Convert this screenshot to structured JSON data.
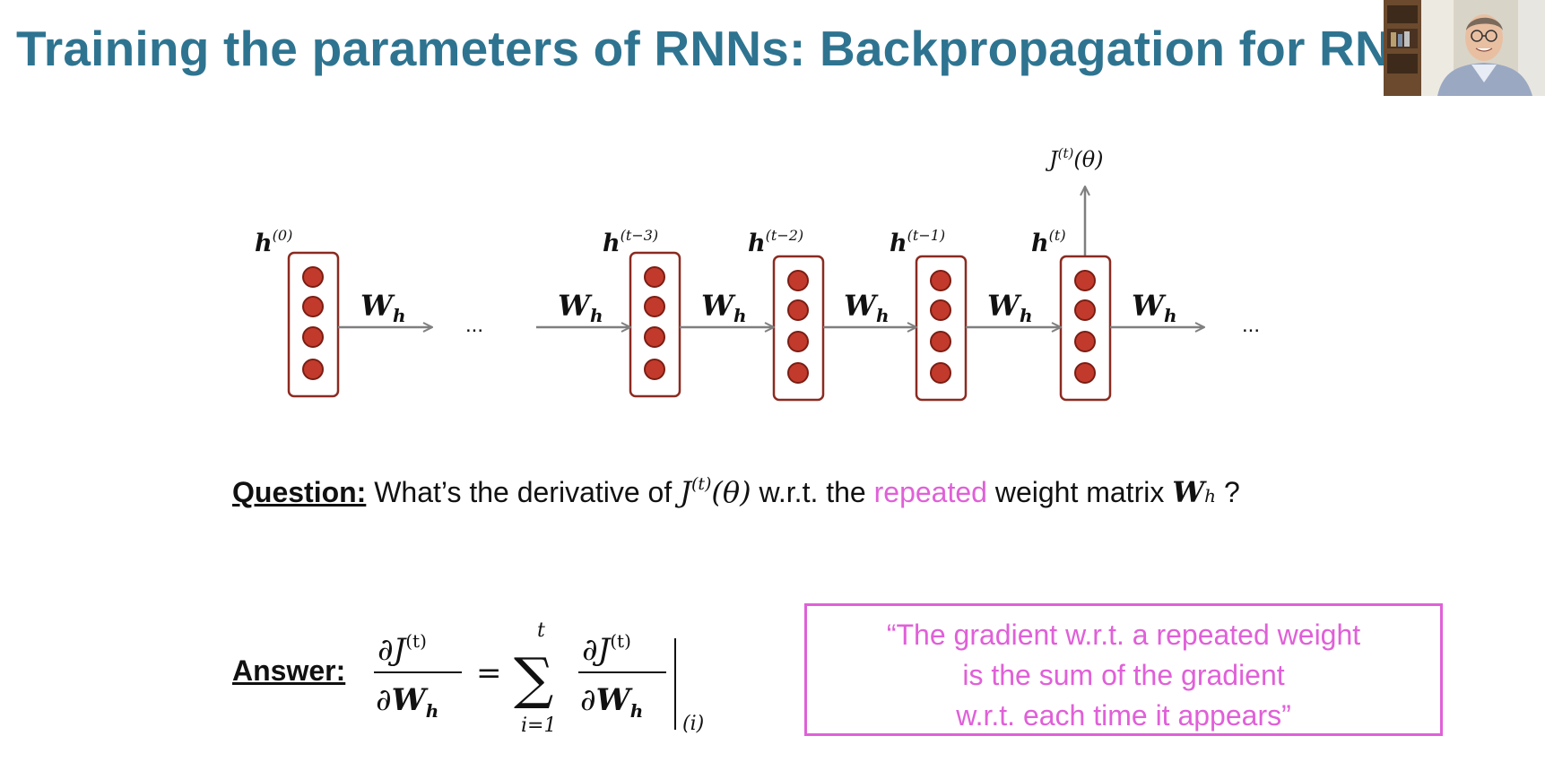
{
  "slide": {
    "title": "Training the parameters of RNNs: Backpropagation for RNNs"
  },
  "diagram": {
    "loss_label": {
      "base": "J",
      "sup": "(t)",
      "arg": "(θ)"
    },
    "hidden_states": [
      {
        "base": "h",
        "sup": "(0)"
      },
      {
        "base": "h",
        "sup": "(t−3)"
      },
      {
        "base": "h",
        "sup": "(t−2)"
      },
      {
        "base": "h",
        "sup": "(t−1)"
      },
      {
        "base": "h",
        "sup": "(t)"
      }
    ],
    "weight_label": {
      "base": "W",
      "sub": "h"
    },
    "ellipsis": "...",
    "colors": {
      "box_border": "#8B2A20",
      "neuron_fill": "#C23A2C",
      "neuron_stroke": "#7A1E14",
      "arrow": "#7F7F7F"
    }
  },
  "question": {
    "label": "Question:",
    "text_before": "What’s the derivative of",
    "j_base": "J",
    "j_sup": "(t)",
    "j_arg": "(θ)",
    "text_middle": "w.r.t. the",
    "highlight": "repeated",
    "text_after": "weight matrix",
    "w_base": "W",
    "w_sub": "h",
    "end": "?"
  },
  "answer": {
    "label": "Answer:",
    "formula": {
      "partial": "∂",
      "j": "J",
      "j_sup": "(t)",
      "w": "W",
      "w_sub": "h",
      "equals": "=",
      "sum": "∑",
      "sum_upper": "t",
      "sum_lower": "i=1",
      "eval_at": "(i)"
    }
  },
  "quote": {
    "lines": [
      "“The gradient w.r.t. a repeated weight",
      "is the sum of the gradient",
      "w.r.t. each time it appears”"
    ]
  },
  "colors": {
    "title": "#2E7490",
    "accent": "#E060D8"
  }
}
